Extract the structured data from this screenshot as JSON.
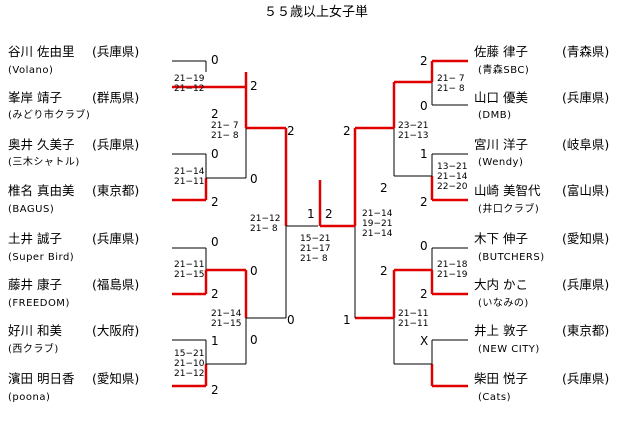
{
  "title": "５５歳以上女子単",
  "left_players": [
    {
      "name": "谷川 佐由里",
      "pref": "(兵庫県)",
      "club": "(Volano)"
    },
    {
      "name": "峯岸 靖子",
      "pref": "(群馬県)",
      "club": "(みどり市クラブ)"
    },
    {
      "name": "奥井 久美子",
      "pref": "(兵庫県)",
      "club": "(三木シャトル)"
    },
    {
      "name": "椎名 真由美",
      "pref": "(東京都)",
      "club": "(BAGUS)"
    },
    {
      "name": "土井 誠子",
      "pref": "(兵庫県)",
      "club": "(Super Bird)"
    },
    {
      "name": "藤井 康子",
      "pref": "(福島県)",
      "club": "(FREEDOM)"
    },
    {
      "name": "好川 和美",
      "pref": "(大阪府)",
      "club": "(西クラブ)"
    },
    {
      "name": "濱田 明日香",
      "pref": "(愛知県)",
      "club": "(poona)"
    }
  ],
  "right_players": [
    {
      "name": "佐藤 律子",
      "pref": "(青森県)",
      "club": "(青森SBC)"
    },
    {
      "name": "山口 優美",
      "pref": "(兵庫県)",
      "club": "(DMB)"
    },
    {
      "name": "宮川 洋子",
      "pref": "(岐阜県)",
      "club": "(Wendy)"
    },
    {
      "name": "山崎 美智代",
      "pref": "(富山県)",
      "club": "(井口クラブ)"
    },
    {
      "name": "木下 伸子",
      "pref": "(愛知県)",
      "club": "(BUTCHERS)"
    },
    {
      "name": "大内 かこ",
      "pref": "(兵庫県)",
      "club": "(いなみの)"
    },
    {
      "name": "井上 敦子",
      "pref": "(東京都)",
      "club": "(NEW CITY)"
    },
    {
      "name": "柴田 悦子",
      "pref": "(兵庫県)",
      "club": "(Cats)"
    }
  ],
  "left_r1": [
    {
      "top": "0",
      "bottom": "2",
      "scores": [
        "21−19",
        "21−12"
      ]
    },
    {
      "top": "0",
      "bottom": "2",
      "scores": [
        "21−14",
        "21−11"
      ]
    },
    {
      "top": "0",
      "bottom": "2",
      "scores": [
        "21−11",
        "21−15"
      ]
    },
    {
      "top": "1",
      "bottom": "2",
      "scores": [
        "15−21",
        "21−10",
        "21−12"
      ]
    }
  ],
  "left_r2": [
    {
      "top": "2",
      "bottom": "0",
      "scores": [
        "21− 7",
        "21− 8"
      ]
    },
    {
      "top": "0",
      "bottom": "0",
      "scores": [
        "21−14",
        "21−15"
      ]
    }
  ],
  "left_r3": {
    "top": "2",
    "bottom": "0",
    "scores": [
      "21−12",
      "21− 8"
    ]
  },
  "right_r1": [
    {
      "top": "2",
      "bottom": "0",
      "scores": [
        "21− 7",
        "21− 8"
      ]
    },
    {
      "top": "1",
      "bottom": "2",
      "scores": [
        "13−21",
        "21−14",
        "22−20"
      ]
    },
    {
      "top": "0",
      "bottom": "2",
      "scores": [
        "21−18",
        "21−19"
      ]
    },
    {
      "top": "X",
      "bottom": "",
      "scores": []
    }
  ],
  "right_r2": [
    {
      "top": "2",
      "bottom": "",
      "scores": [
        "23−21",
        "21−13"
      ]
    },
    {
      "top": "2",
      "bottom": "",
      "scores": [
        "21−11",
        "21−11"
      ]
    }
  ],
  "right_r3": {
    "top": "2",
    "bottom": "1",
    "scores": [
      "21−14",
      "19−21",
      "21−14"
    ]
  },
  "final": {
    "left": "1",
    "right": "2",
    "scores": [
      "15−21",
      "21−17",
      "21− 8"
    ]
  },
  "colors": {
    "win_line": "#e00000",
    "line": "#000000"
  }
}
